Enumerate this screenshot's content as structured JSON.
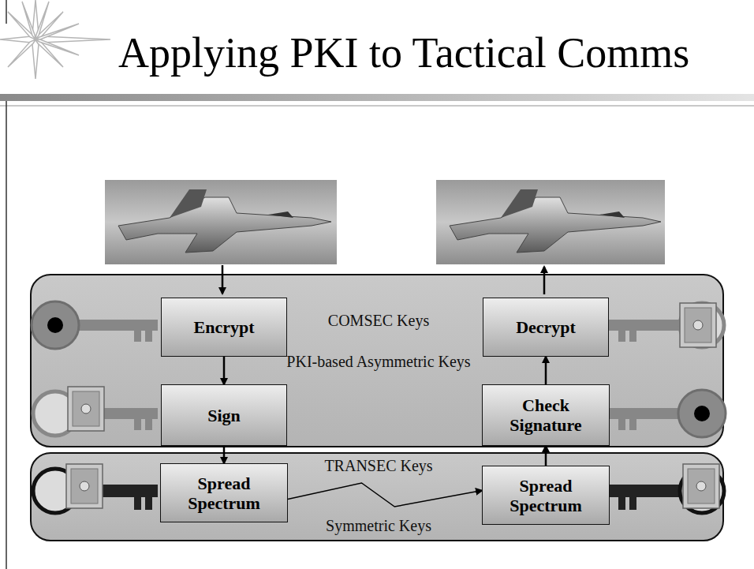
{
  "diagram": {
    "title": "Applying PKI to Tactical Comms",
    "nodes": [
      {
        "text": [
          "COMSEC Keys",
          "PKI-based Asymmetric Keys"
        ]
      },
      {
        "text": [
          "Encrypt"
        ],
        "in": 0
      },
      {
        "text": [
          "Decrypt"
        ],
        "in": 0
      },
      {
        "text": [
          "Sign"
        ],
        "in": 0
      },
      {
        "text": [
          "Check Signature"
        ],
        "in": 0
      },
      {
        "text": [
          "TRANSEC Keys",
          "Symmetric Keys"
        ]
      },
      {
        "text": [
          "Spread Spectrum"
        ],
        "in": 5
      },
      {
        "text": [
          "Spread Spectrum"
        ],
        "in": 5
      }
    ],
    "edges": [
      {
        "from": 1,
        "to": 3,
        "arrow": "to"
      },
      {
        "from": 3,
        "to": 6,
        "arrow": "to"
      },
      {
        "from": 6,
        "to": 7,
        "arrow": "to"
      },
      {
        "from": 7,
        "to": 4,
        "arrow": "to"
      },
      {
        "from": 4,
        "to": 2,
        "arrow": "to"
      }
    ]
  }
}
